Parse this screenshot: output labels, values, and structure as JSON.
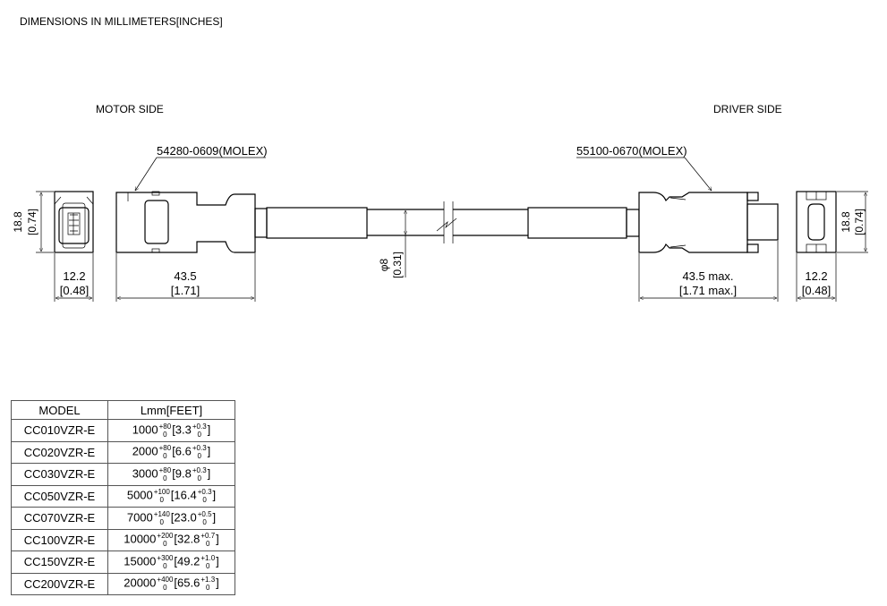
{
  "title": "DIMENSIONS IN MILLIMETERS[INCHES]",
  "motor_side": {
    "label": "MOTOR SIDE",
    "connector_part": "54280-0609(MOLEX)",
    "height_mm": "18.8",
    "height_in": "[0.74]",
    "width_mm": "12.2",
    "width_in": "[0.48]",
    "length_mm": "43.5",
    "length_in": "[1.71]"
  },
  "cable": {
    "diameter_mm": "φ8",
    "diameter_in": "[0.31]"
  },
  "driver_side": {
    "label": "DRIVER SIDE",
    "connector_part": "55100-0670(MOLEX)",
    "height_mm": "18.8",
    "height_in": "[0.74]",
    "width_mm": "12.2",
    "width_in": "[0.48]",
    "length_mm": "43.5 max.",
    "length_in": "[1.71 max.]"
  },
  "table": {
    "headers": [
      "MODEL",
      "Lmm[FEET]"
    ],
    "rows": [
      {
        "model": "CC010VZR-E",
        "mm": "1000",
        "mm_plus": "+80",
        "mm_minus": "0",
        "ft": "[3.3",
        "ft_plus": "+0.3",
        "ft_minus": "0",
        "close": "]"
      },
      {
        "model": "CC020VZR-E",
        "mm": "2000",
        "mm_plus": "+80",
        "mm_minus": "0",
        "ft": "[6.6",
        "ft_plus": "+0.3",
        "ft_minus": "0",
        "close": "]"
      },
      {
        "model": "CC030VZR-E",
        "mm": "3000",
        "mm_plus": "+80",
        "mm_minus": "0",
        "ft": "[9.8",
        "ft_plus": "+0.3",
        "ft_minus": "0",
        "close": "]"
      },
      {
        "model": "CC050VZR-E",
        "mm": "5000",
        "mm_plus": "+100",
        "mm_minus": "0",
        "ft": "[16.4",
        "ft_plus": "+0.3",
        "ft_minus": "0",
        "close": "]"
      },
      {
        "model": "CC070VZR-E",
        "mm": "7000",
        "mm_plus": "+140",
        "mm_minus": "0",
        "ft": "[23.0",
        "ft_plus": "+0.5",
        "ft_minus": "0",
        "close": "]"
      },
      {
        "model": "CC100VZR-E",
        "mm": "10000",
        "mm_plus": "+200",
        "mm_minus": "0",
        "ft": "[32.8",
        "ft_plus": "+0.7",
        "ft_minus": "0",
        "close": "]"
      },
      {
        "model": "CC150VZR-E",
        "mm": "15000",
        "mm_plus": "+300",
        "mm_minus": "0",
        "ft": "[49.2",
        "ft_plus": "+1.0",
        "ft_minus": "0",
        "close": "]"
      },
      {
        "model": "CC200VZR-E",
        "mm": "20000",
        "mm_plus": "+400",
        "mm_minus": "0",
        "ft": "[65.6",
        "ft_plus": "+1.3",
        "ft_minus": "0",
        "close": "]"
      }
    ]
  }
}
